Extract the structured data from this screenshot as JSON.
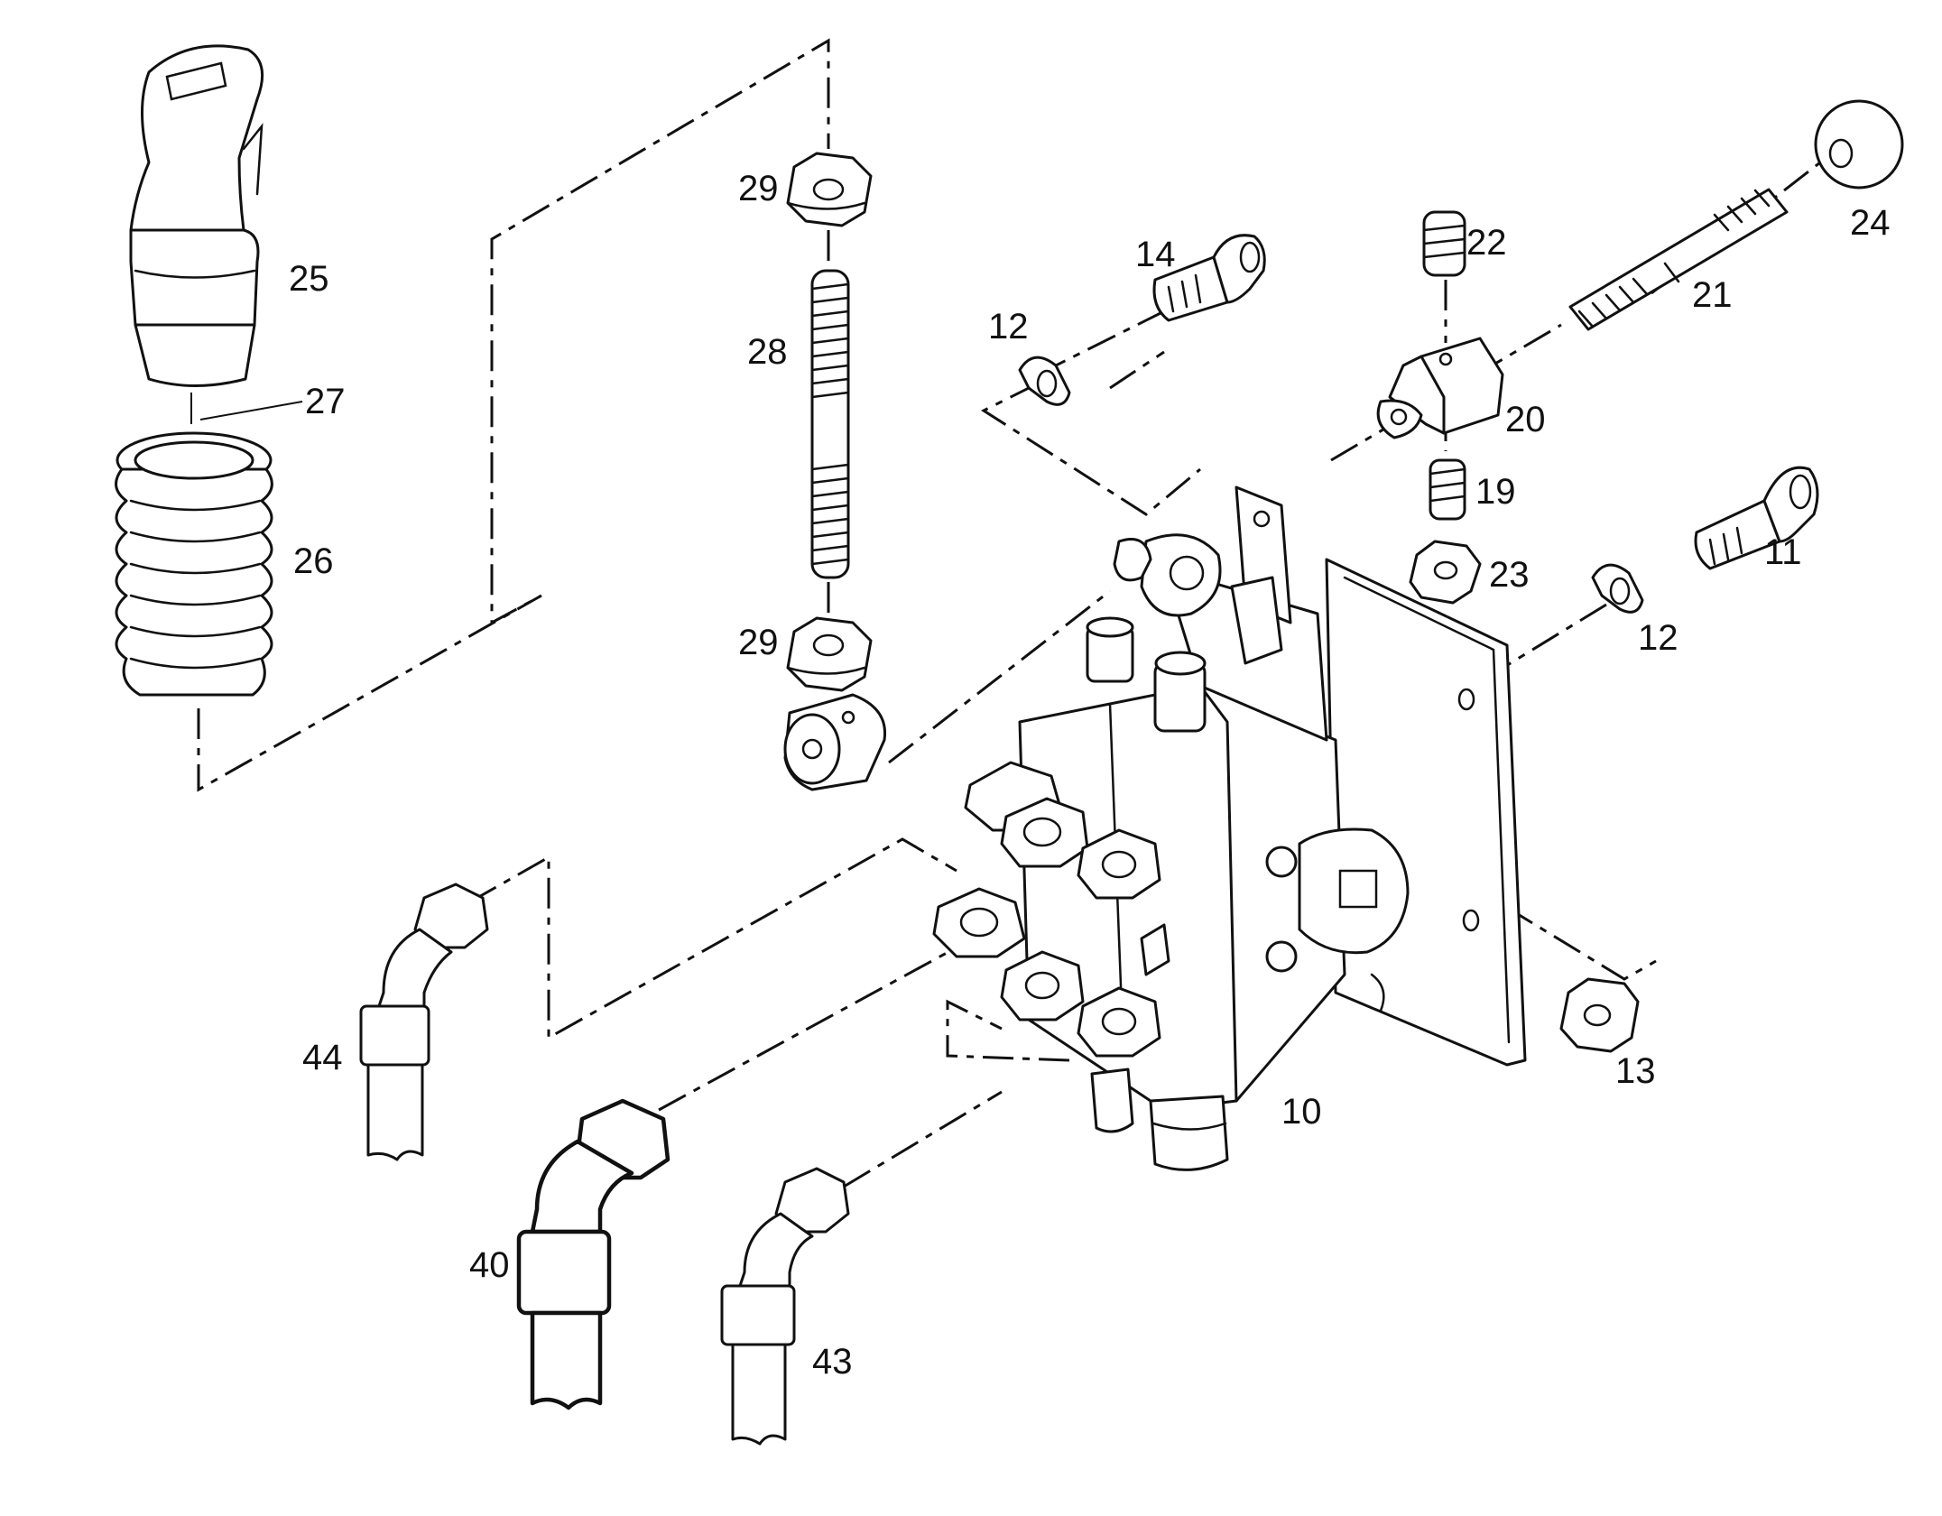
{
  "callouts": {
    "c10": "10",
    "c11": "11",
    "c12a": "12",
    "c12b": "12",
    "c13": "13",
    "c14": "14",
    "c19": "19",
    "c20": "20",
    "c21": "21",
    "c22": "22",
    "c23": "23",
    "c24": "24",
    "c25": "25",
    "c26": "26",
    "c27": "27",
    "c28": "28",
    "c29a": "29",
    "c29b": "29",
    "c40": "40",
    "c43": "43",
    "c44": "44"
  },
  "colors": {
    "line": "#111111",
    "background": "#ffffff"
  }
}
